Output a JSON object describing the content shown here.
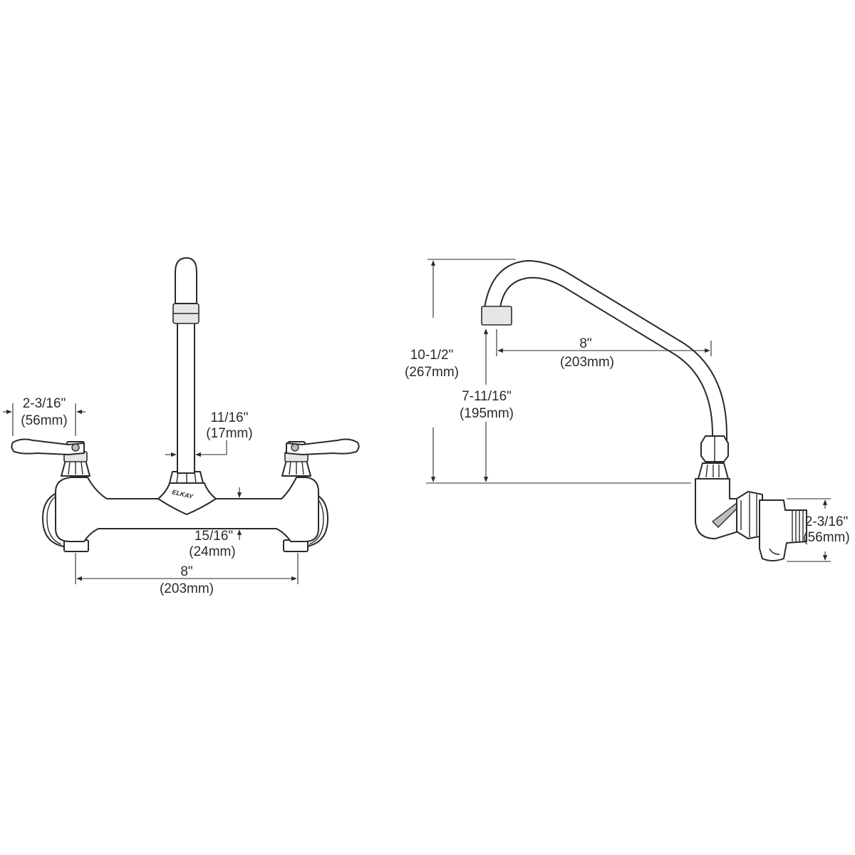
{
  "front_view": {
    "handle_width": {
      "inch": "2-3/16\"",
      "mm": "(56mm)"
    },
    "spout_diameter": {
      "inch": "11/16\"",
      "mm": "(17mm)"
    },
    "body_height": {
      "inch": "15/16\"",
      "mm": "(24mm)"
    },
    "center_spacing": {
      "inch": "8\"",
      "mm": "(203mm)"
    },
    "logo": "ELKAY"
  },
  "side_view": {
    "overall_height": {
      "inch": "10-1/2\"",
      "mm": "(267mm)"
    },
    "spout_clearance": {
      "inch": "7-11/16\"",
      "mm": "(195mm)"
    },
    "spout_reach": {
      "inch": "8\"",
      "mm": "(203mm)"
    },
    "inlet_height": {
      "inch": "2-3/16\"",
      "mm": "(56mm)"
    }
  }
}
